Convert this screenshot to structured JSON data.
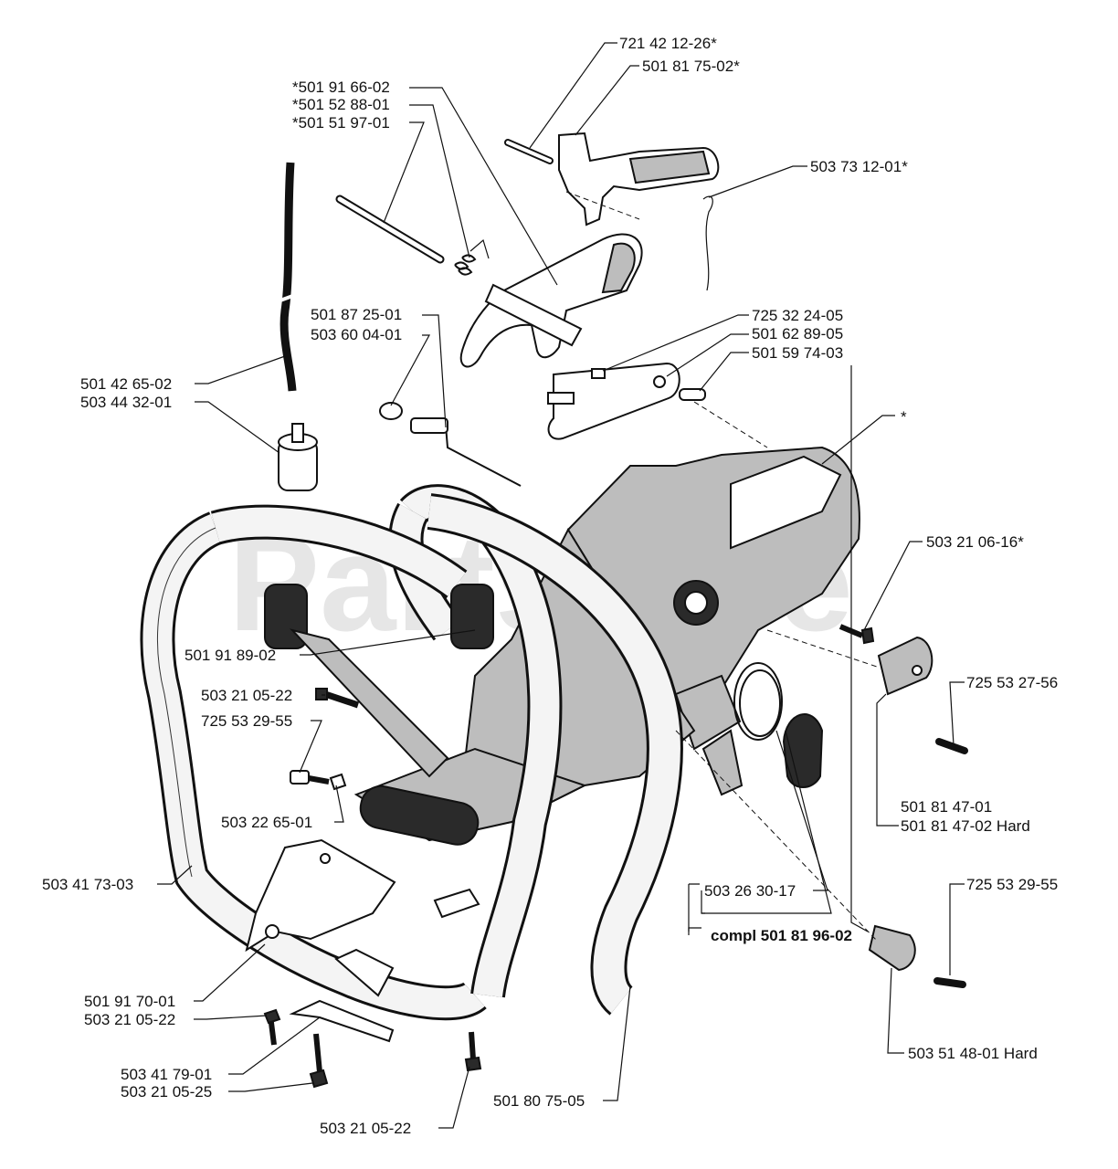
{
  "watermark": "PartsTree",
  "marker": "*",
  "labels": {
    "p1": "721 42 12-26*",
    "p2": "501 81 75-02*",
    "p3": "*501 91 66-02",
    "p4": "*501 52 88-01",
    "p5": "*501 51 97-01",
    "p6": "503 73 12-01*",
    "p7": "501 87 25-01",
    "p8": "503 60 04-01",
    "p9": "725 32 24-05",
    "p10": "501 62 89-05",
    "p11": "501 59 74-03",
    "p12": "501 42 65-02",
    "p13": "503 44 32-01",
    "p14": "503 21 06-16*",
    "p15": "501 91 89-02",
    "p16": "725 53 27-56",
    "p17": "503 21 05-22",
    "p18": "725 53 29-55",
    "p19": "503 22 65-01",
    "p20": "501 81 47-01",
    "p21": "501 81 47-02 Hard",
    "p22": "503 41 73-03",
    "p23": "503 26 30-17",
    "p24": "725 53 29-55",
    "p25": "compl 501 81 96-02",
    "p26": "501 91 70-01",
    "p27": "503 21 05-22",
    "p28": "503 41 79-01",
    "p29": "503 21 05-25",
    "p30": "501 80 75-05",
    "p31": "503 51 48-01 Hard",
    "p32": "503 21 05-22"
  }
}
